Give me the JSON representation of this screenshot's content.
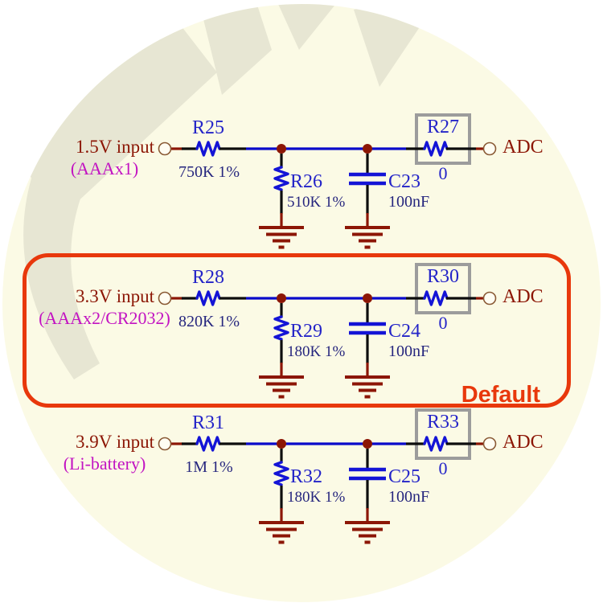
{
  "diagram_type": "schematic",
  "colors": {
    "background_disc": "#FBFAE5",
    "watermark": "#E7E6D3",
    "wire_net": "#0A0ACA",
    "component_symbol": "#1414D6",
    "pin": "#0D0D0D",
    "power_ground": "#8C1605",
    "designator_text": "#2424C8",
    "value_text": "#26267E",
    "input_label_text": "#8C1605",
    "note_text": "#C213C2",
    "zero_ohm_box_border": "#9C9C9C",
    "highlight": "#E8380C"
  },
  "highlight": {
    "label": "Default"
  },
  "rows": [
    {
      "input_label": "1.5V input",
      "input_note": "(AAAx1)",
      "series": {
        "ref": "R25",
        "value": "750K 1%"
      },
      "shunt": {
        "ref": "R26",
        "value": "510K 1%"
      },
      "cap": {
        "ref": "C23",
        "value": "100nF"
      },
      "output": {
        "ref": "R27",
        "value": "0"
      },
      "port": "ADC",
      "highlighted": false
    },
    {
      "input_label": "3.3V input",
      "input_note": "(AAAx2/CR2032)",
      "series": {
        "ref": "R28",
        "value": "820K 1%"
      },
      "shunt": {
        "ref": "R29",
        "value": "180K 1%"
      },
      "cap": {
        "ref": "C24",
        "value": "100nF"
      },
      "output": {
        "ref": "R30",
        "value": "0"
      },
      "port": "ADC",
      "highlighted": true
    },
    {
      "input_label": "3.9V input",
      "input_note": "(Li-battery)",
      "series": {
        "ref": "R31",
        "value": "1M 1%"
      },
      "shunt": {
        "ref": "R32",
        "value": "180K 1%"
      },
      "cap": {
        "ref": "C25",
        "value": "100nF"
      },
      "output": {
        "ref": "R33",
        "value": "0"
      },
      "port": "ADC",
      "highlighted": false
    }
  ]
}
